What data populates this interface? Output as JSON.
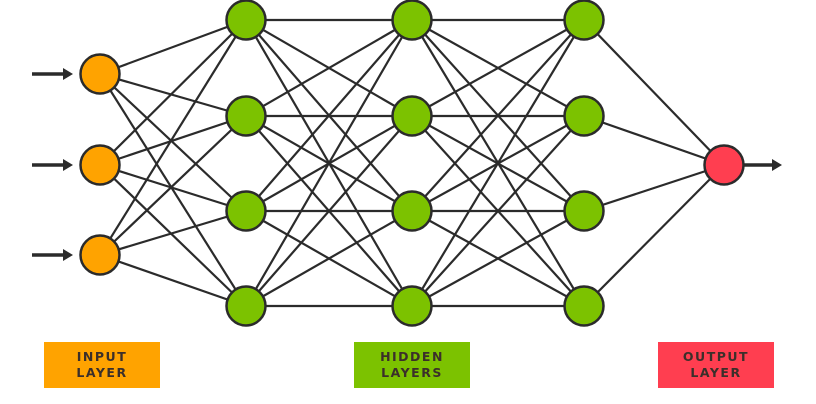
{
  "colors": {
    "input": "#FFA300",
    "hidden": "#7CC200",
    "output": "#FF3E50",
    "stroke": "#2b2b2b",
    "text": "#3b2f2a"
  },
  "layers": [
    {
      "type": "input",
      "nodes": 3
    },
    {
      "type": "hidden",
      "nodes": 4
    },
    {
      "type": "hidden",
      "nodes": 4
    },
    {
      "type": "hidden",
      "nodes": 4
    },
    {
      "type": "output",
      "nodes": 1
    }
  ],
  "labels": {
    "input": [
      "INPUT",
      "LAYER"
    ],
    "hidden": [
      "HIDDEN",
      "LAYERS"
    ],
    "output": [
      "OUTPUT",
      "LAYER"
    ]
  }
}
